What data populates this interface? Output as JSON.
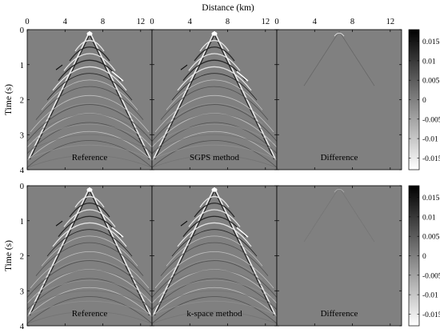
{
  "figure": {
    "top_axis_label": "Distance (km)",
    "y_axis_label": "Time (s)",
    "x_ticks": [
      0,
      4,
      8,
      12
    ],
    "x_tick_labels": [
      "0",
      "4",
      "8",
      "12"
    ],
    "y_ticks": [
      0,
      1,
      2,
      3,
      4
    ],
    "y_tick_labels": [
      "0",
      "1",
      "2",
      "3",
      "4"
    ],
    "colorbar_ticks": [
      0.015,
      0.01,
      0.005,
      0,
      -0.005,
      -0.01,
      -0.015
    ],
    "colorbar_tick_labels": [
      "0.015",
      "0.01",
      "0.005",
      "0",
      "-0.005",
      "-0.01",
      "-0.015"
    ],
    "colorbar_range": [
      -0.018,
      0.018
    ],
    "x_range": [
      0,
      13.2
    ],
    "y_range": [
      0,
      4
    ],
    "colors": {
      "background": "#808080",
      "high": "#000000",
      "low": "#ffffff"
    },
    "rows": [
      {
        "panels": [
          {
            "caption": "Reference",
            "kind": "wavefield"
          },
          {
            "caption": "SGPS method",
            "kind": "wavefield"
          },
          {
            "caption": "Difference",
            "kind": "difference",
            "strength": 0.35
          }
        ]
      },
      {
        "panels": [
          {
            "caption": "Reference",
            "kind": "wavefield"
          },
          {
            "caption": "k-space method",
            "kind": "wavefield"
          },
          {
            "caption": "Difference",
            "kind": "difference",
            "strength": 0.15
          }
        ]
      }
    ]
  },
  "chart_data": {
    "type": "heatmap",
    "title": "",
    "xlabel": "Distance (km)",
    "ylabel": "Time (s)",
    "xlim": [
      0,
      13.2
    ],
    "ylim": [
      4,
      0
    ],
    "colorbar": {
      "min": -0.018,
      "max": 0.018
    },
    "source_position_km": 6.6,
    "first_arrival_apex_s": 0.05,
    "panel_captions": [
      "Reference",
      "SGPS method",
      "Difference",
      "Reference",
      "k-space method",
      "Difference"
    ]
  }
}
